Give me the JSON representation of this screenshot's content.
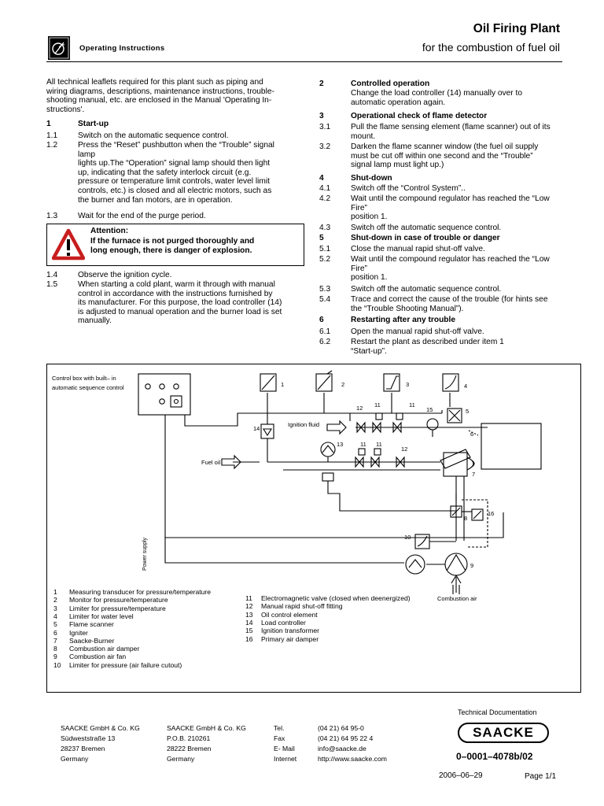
{
  "header": {
    "logo_icon": "saacke-flame-logo",
    "section": "Operating Instructions",
    "title": "Oil Firing Plant",
    "subtitle": "for the combustion of fuel oil"
  },
  "left": {
    "intro": [
      "All technical leaflets required for this plant such as piping and",
      "wiring diagrams, descriptions, maintenance instructions, trouble-",
      "shooting manual, etc. are enclosed in the Manual 'Operating In-",
      "structions'."
    ],
    "s1": {
      "num": "1",
      "title": "Start-up"
    },
    "i1_1": {
      "num": "1.1",
      "lines": [
        "Switch on the automatic sequence control."
      ]
    },
    "i1_2": {
      "num": "1.2",
      "lines": [
        "Press the “Reset” pushbutton when the “Trouble” signal",
        "lamp",
        "lights up.The “Operation” signal lamp should then light",
        "up, indicating that the safety interlock circuit (e.g.",
        "pressure or temperature limit controls, water level limit",
        "controls, etc.) is closed and all electric motors, such as",
        "the burner and fan motors, are in operation."
      ]
    },
    "i1_3": {
      "num": "1.3",
      "lines": [
        "Wait for the end of the purge period."
      ]
    },
    "attention": {
      "icon": "warning-triangle-icon",
      "title": "Attention:",
      "lines": [
        "If the furnace is not purged thoroughly and",
        "long enough, there is danger of explosion."
      ]
    },
    "i1_4": {
      "num": "1.4",
      "lines": [
        "Observe the ignition cycle."
      ]
    },
    "i1_5": {
      "num": "1.5",
      "lines": [
        "When starting a cold plant, warm it through with manual",
        "control in accordance with the instructions furnished by",
        "its manufacturer. For this purpose, the load controller (14)",
        "is adjusted to manual operation and the burner load is set",
        "manually."
      ]
    }
  },
  "right": {
    "s2": {
      "num": "2",
      "title": "Controlled operation"
    },
    "s2_text": [
      "Change the load controller (14) manually over to",
      "automatic operation again."
    ],
    "s3": {
      "num": "3",
      "title": "Operational check of flame detector"
    },
    "i3_1": {
      "num": "3.1",
      "lines": [
        "Pull the flame sensing element (flame scanner) out of its",
        "mount."
      ]
    },
    "i3_2": {
      "num": "3.2",
      "lines": [
        "Darken the flame scanner window (the fuel oil supply",
        "must be cut off within one second and the “Trouble”",
        "signal lamp must light up.)"
      ]
    },
    "s4": {
      "num": "4",
      "title": "Shut-down"
    },
    "i4_1": {
      "num": "4.1",
      "lines": [
        "Switch off the “Control System”.."
      ]
    },
    "i4_2": {
      "num": "4.2",
      "lines": [
        "Wait until the compound regulator has reached the “Low",
        "Fire”",
        "position 1."
      ]
    },
    "i4_3": {
      "num": "4.3",
      "lines": [
        "Switch off the automatic sequence control."
      ]
    },
    "s5": {
      "num": "5",
      "title": "Shut-down in case of trouble or danger"
    },
    "i5_1": {
      "num": "5.1",
      "lines": [
        "Close the manual rapid shut-off valve."
      ]
    },
    "i5_2": {
      "num": "5.2",
      "lines": [
        "Wait until the compound regulator has reached the “Low",
        "Fire”",
        "position 1."
      ]
    },
    "i5_3": {
      "num": "5.3",
      "lines": [
        "Switch off the automatic sequence control."
      ]
    },
    "i5_4": {
      "num": "5.4",
      "lines": [
        "Trace and correct the cause of the trouble (for hints see",
        "the “Trouble Shooting Manual”)."
      ]
    },
    "s6": {
      "num": "6",
      "title": "Restarting after any trouble"
    },
    "i6_1": {
      "num": "6.1",
      "lines": [
        "Open the manual rapid shut-off valve."
      ]
    },
    "i6_2": {
      "num": "6.2",
      "lines": [
        "Restart the plant as described under item 1",
        "“Start-up”."
      ]
    }
  },
  "diagram": {
    "control_box_label": [
      "Control box with built– in",
      "automatic sequence control"
    ],
    "ignition_fluid": "Ignition fluid",
    "fuel_oil": "Fuel oil",
    "power_supply": "Power supply",
    "combustion_air": "Combustion air",
    "labels": {
      "n1": "1",
      "n2": "2",
      "n3": "3",
      "n4": "4",
      "n5": "5",
      "n6": "6",
      "n7": "7",
      "n8": "8",
      "n9": "9",
      "n10": "10",
      "n11a": "11",
      "n11b": "11",
      "n11c": "11",
      "n11d": "11",
      "n12a": "12",
      "n12b": "12",
      "n13": "13",
      "n14": "14",
      "n15": "15",
      "n16": "16"
    },
    "legend_left": [
      {
        "n": "1",
        "t": "Measuring transducer for pressure/temperature"
      },
      {
        "n": "2",
        "t": "Monitor for pressure/temperature"
      },
      {
        "n": "3",
        "t": "Limiter for pressure/temperature"
      },
      {
        "n": "4",
        "t": "Limiter for water level"
      },
      {
        "n": "5",
        "t": "Flame scanner"
      },
      {
        "n": "6",
        "t": "Igniter"
      },
      {
        "n": "7",
        "t": "Saacke-Burner"
      },
      {
        "n": "8",
        "t": "Combustion air damper"
      },
      {
        "n": "9",
        "t": "Combustion air fan"
      },
      {
        "n": "10",
        "t": "Limiter for pressure (air failure cutout)"
      }
    ],
    "legend_right": [
      {
        "n": "11",
        "t": "Electromagnetic valve (closed when deenergized)"
      },
      {
        "n": "12",
        "t": "Manual rapid shut-off fitting"
      },
      {
        "n": "13",
        "t": "Oil control element"
      },
      {
        "n": "14",
        "t": "Load controller"
      },
      {
        "n": "15",
        "t": "Ignition transformer"
      },
      {
        "n": "16",
        "t": "Primary air damper"
      }
    ]
  },
  "footer": {
    "tech_doc": "Technical Documentation",
    "brand": "SAACKE",
    "doc_number": "0–0001–4078b/02",
    "date": "2006–06–29",
    "page": "Page 1/1",
    "col1": [
      "SAACKE GmbH & Co. KG",
      "Südweststraße 13",
      "28237 Bremen",
      "Germany"
    ],
    "col2": [
      "SAACKE GmbH & Co. KG",
      "P.O.B. 210261",
      "28222 Bremen",
      "Germany"
    ],
    "col3": [
      "Tel.",
      "Fax",
      "E- Mail",
      "Internet"
    ],
    "col4": [
      "(04 21) 64 95-0",
      "(04 21) 64 95 22 4",
      "info@saacke.de",
      "http://www.saacke.com"
    ]
  }
}
